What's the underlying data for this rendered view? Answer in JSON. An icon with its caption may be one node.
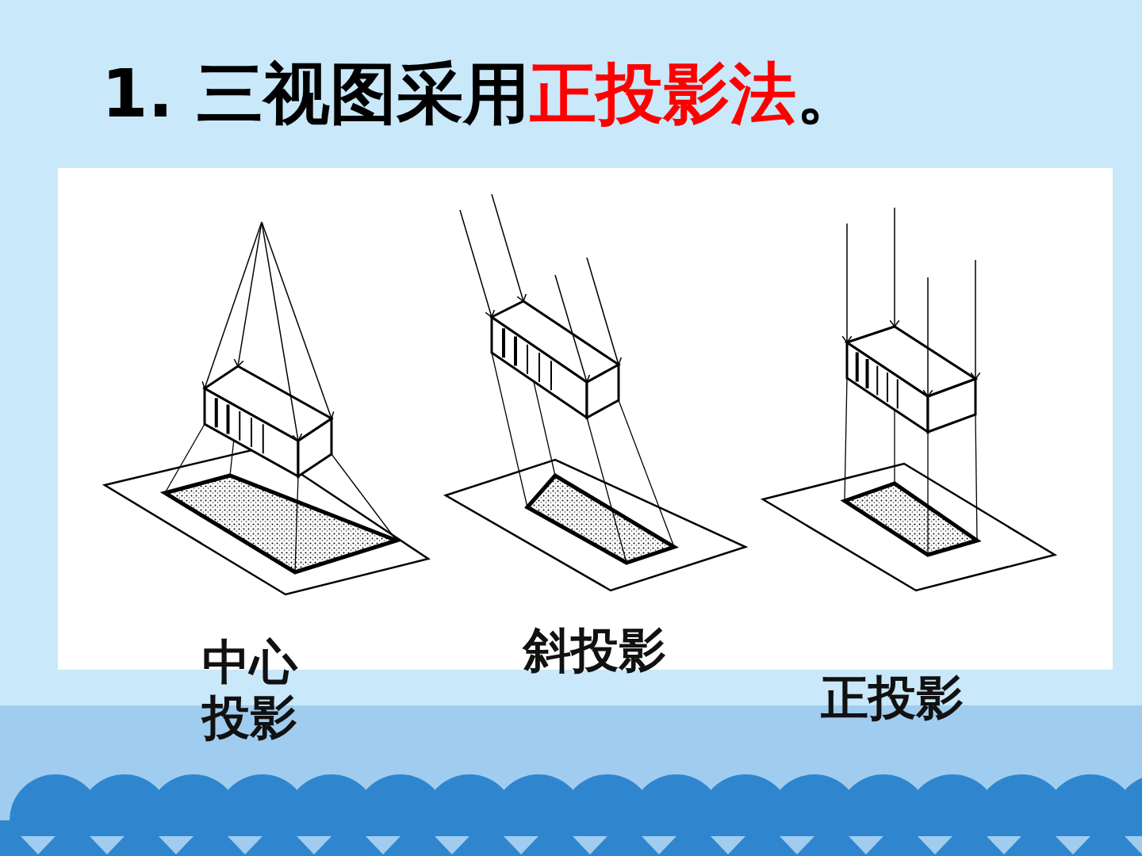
{
  "diagram": {
    "title": "1. 三视图采用**正投影法**。",
    "labels": [
      "中心投影",
      "斜投影",
      "正投影"
    ]
  }
}
